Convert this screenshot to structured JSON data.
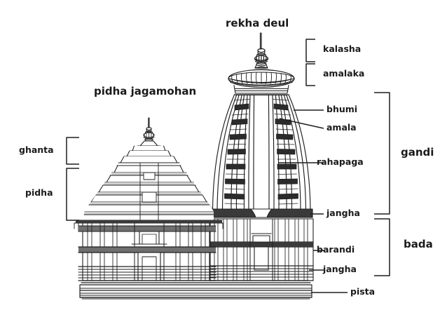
{
  "diagram": {
    "type": "architectural-elevation",
    "subject": "Kalinga style Hindu temple elevation with labelled parts",
    "background_color": "#ffffff",
    "line_color": "#1a1a1a",
    "label_color": "#1a1a1a"
  },
  "titles": {
    "rekha_deul": "rekha deul",
    "pidha_jagamohan": "pidha jagamohan"
  },
  "labels": {
    "kalasha": "kalasha",
    "amalaka": "amalaka",
    "bhumi": "bhumi",
    "amala": "amala",
    "rahapaga": "rahapaga",
    "gandi": "gandi",
    "jangha_upper": "jangha",
    "barandi": "barandi",
    "jangha_lower": "jangha",
    "bada": "bada",
    "pista": "pista",
    "ghanta": "ghanta",
    "pidha": "pidha"
  }
}
